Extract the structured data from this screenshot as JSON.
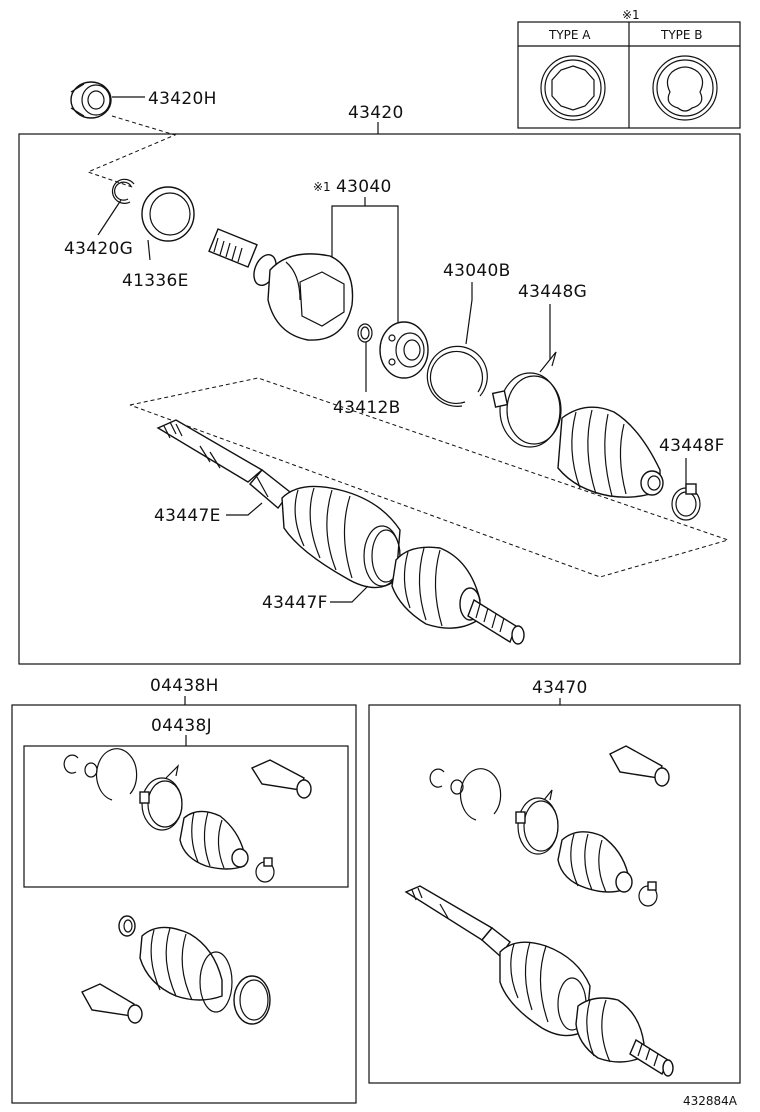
{
  "labels": {
    "kit_type_note": "※1",
    "type_a": "TYPE A",
    "type_b": "TYPE B",
    "p43420H": "43420H",
    "p43420": "43420",
    "p43420G": "43420G",
    "p41336E": "41336E",
    "p43040_mark": "※1",
    "p43040": "43040",
    "p43040B": "43040B",
    "p43448G": "43448G",
    "p43412B": "43412B",
    "p43448F": "43448F",
    "p43447E": "43447E",
    "p43447F": "43447F",
    "p04438H": "04438H",
    "p04438J": "04438J",
    "p43470": "43470",
    "diagram_id": "432884A"
  }
}
